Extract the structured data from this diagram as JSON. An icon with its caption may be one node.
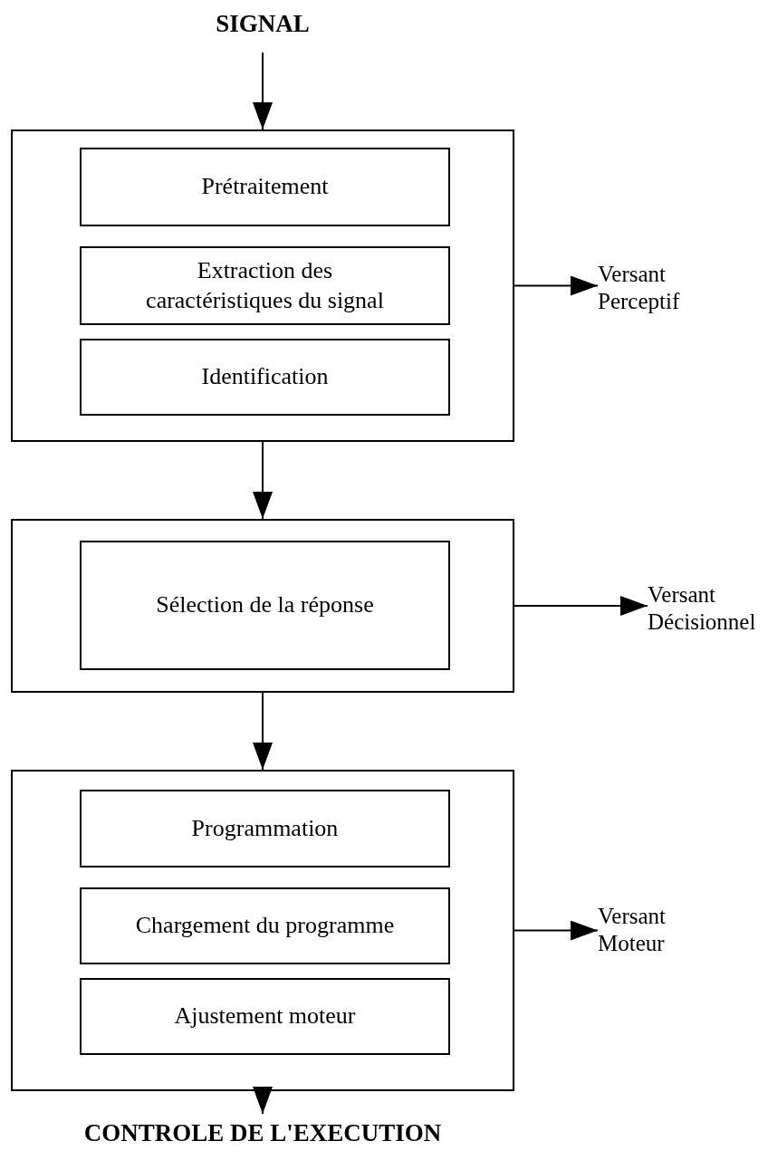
{
  "diagram": {
    "nodes": [
      {
        "text": [
          "SIGNAL"
        ]
      },
      {
        "text": [],
        "shape": "box"
      },
      {
        "text": [
          "Prétraitement"
        ],
        "in": 1
      },
      {
        "text": [
          "Extraction des caractéristiques du signal"
        ],
        "in": 1
      },
      {
        "text": [
          "Identification"
        ],
        "in": 1
      },
      {
        "text": [],
        "shape": "box"
      },
      {
        "text": [
          "Sélection de la réponse"
        ],
        "in": 5
      },
      {
        "text": [],
        "shape": "box"
      },
      {
        "text": [
          "Programmation"
        ],
        "in": 7
      },
      {
        "text": [
          "Chargement du programme"
        ],
        "in": 7
      },
      {
        "text": [
          "Ajustement moteur"
        ],
        "in": 7
      },
      {
        "text": [
          "CONTROLE DE L'EXECUTION"
        ]
      },
      {
        "text": [
          "Versant Perceptif"
        ]
      },
      {
        "text": [
          "Versant Décisionnel"
        ]
      },
      {
        "text": [
          "Versant Moteur"
        ]
      }
    ],
    "edges": [
      {
        "from": 0,
        "to": 1,
        "arrow": "to"
      },
      {
        "from": 1,
        "to": 5,
        "arrow": "to"
      },
      {
        "from": 5,
        "to": 7,
        "arrow": "to"
      },
      {
        "from": 7,
        "to": 11,
        "arrow": "to"
      },
      {
        "from": 1,
        "to": 12,
        "arrow": "to"
      },
      {
        "from": 5,
        "to": 13,
        "arrow": "to"
      },
      {
        "from": 7,
        "to": 14,
        "arrow": "to"
      }
    ]
  }
}
